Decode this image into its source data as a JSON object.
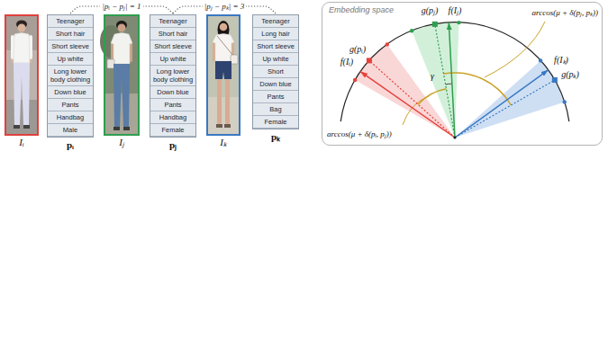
{
  "diagram": {
    "nodes": [
      {
        "text": [
          "Iᵢ"
        ]
      },
      {
        "text": [
          "Teenager",
          "Short hair",
          "Short sleeve",
          "Up white",
          "Long lower body clothing",
          "Down blue",
          "Pants",
          "Handbag",
          "Male",
          "pᵢ"
        ]
      },
      {
        "text": [
          "Iⱼ"
        ]
      },
      {
        "text": [
          "Teenager",
          "Short hair",
          "Short sleeve",
          "Up white",
          "Long lower body clothing",
          "Down blue",
          "Pants",
          "Handbag",
          "Female",
          "pⱼ"
        ]
      },
      {
        "text": [
          "Iₖ"
        ]
      },
      {
        "text": [
          "Teenager",
          "Long hair",
          "Short sleeve",
          "Up white",
          "Short",
          "Down blue",
          "Pants",
          "Bag",
          "Female",
          "pₖ"
        ]
      },
      {
        "text": [
          "Embedding space"
        ]
      }
    ],
    "edges": [
      {
        "from": 1,
        "to": 3,
        "arrow": "none",
        "label": "|pᵢ − pⱼ| = 1"
      },
      {
        "from": 3,
        "to": 5,
        "arrow": "none",
        "label": "|pⱼ − pₖ| = 3"
      }
    ],
    "labels": [
      "g(pⱼ)",
      "f(Iⱼ)",
      "f(Iᵢ)",
      "g(pᵢ)",
      "f(Iₖ)",
      "g(pₖ)",
      "γ",
      "arccos(μ + δ(pⱼ, pₖ))",
      "arccos(μ + δ(pᵢ, pⱼ))"
    ]
  }
}
